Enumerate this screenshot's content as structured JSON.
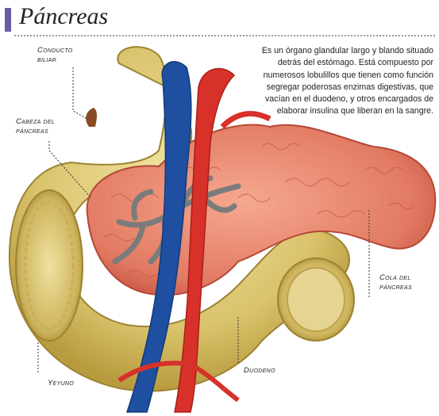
{
  "title": "Páncreas",
  "description": "Es un órgano glandular largo y blando situado detrás del estómago. Está compuesto por numerosos lobulillos que tienen como función segregar poderosas enzimas digestivas, que vacían en el duodeno, y otros encargados de elaborar insulina que liberan en la sangre.",
  "labels": {
    "conducto_line1": "Conducto",
    "conducto_line2": "biliar",
    "cabeza_line1": "Cabeza del",
    "cabeza_line2": "páncreas",
    "cola_line1": "Cola del",
    "cola_line2": "páncreas",
    "duodeno": "Duodeno",
    "yeyuno": "Yeyuno"
  },
  "colors": {
    "accent": "#6b5aa8",
    "pancreas": "#e8826a",
    "intestine": "#d8c46e",
    "artery": "#d8312a",
    "vein": "#1f4fa0",
    "duct": "#7b7b7b"
  }
}
